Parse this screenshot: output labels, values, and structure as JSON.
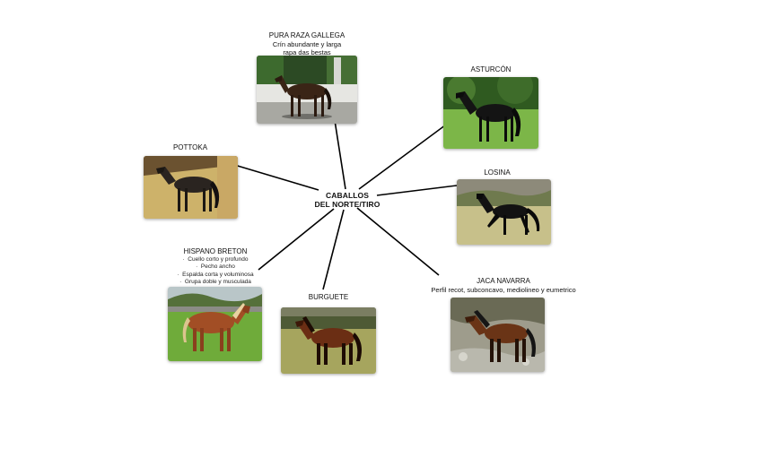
{
  "center": {
    "line1": "CABALLOS",
    "line2": "DEL NORTE/TIRO"
  },
  "breeds": [
    {
      "id": "pura-raza-gallega",
      "title": "PURA RAZA GALLEGA",
      "lines": [
        "Crín abundante y larga",
        "rapa das bestas"
      ],
      "photo": "dark-bay-horse-walled-yard"
    },
    {
      "id": "asturcon",
      "title": "ASTURCÓN",
      "lines": [],
      "photo": "black-horse-green-pasture"
    },
    {
      "id": "pottoka",
      "title": "POTTOKA",
      "lines": [],
      "photo": "dark-pony-in-stable"
    },
    {
      "id": "losina",
      "title": "LOSINA",
      "lines": [],
      "photo": "black-horse-trotting-meadow"
    },
    {
      "id": "hispano-breton",
      "title": "HISPANO BRETON",
      "bullets": [
        "Cuello corto y profundo",
        "Pecho ancho",
        "Espalda corta y voluminosa",
        "Grupa doble y musculada"
      ],
      "photo": "chestnut-draft-horse-field"
    },
    {
      "id": "burguete",
      "title": "BURGUETE",
      "lines": [],
      "photo": "bay-draft-horse-field"
    },
    {
      "id": "jaca-navarra",
      "title": "JACA NAVARRA",
      "lines": [
        "Perfil recot, subconcavo, mediolineo y eumetrico"
      ],
      "photo": "bay-pony-rocky-hillside"
    }
  ],
  "colors": {
    "line": "#000000",
    "grass": "#6ea83a",
    "sky": "#dfe6ea"
  }
}
